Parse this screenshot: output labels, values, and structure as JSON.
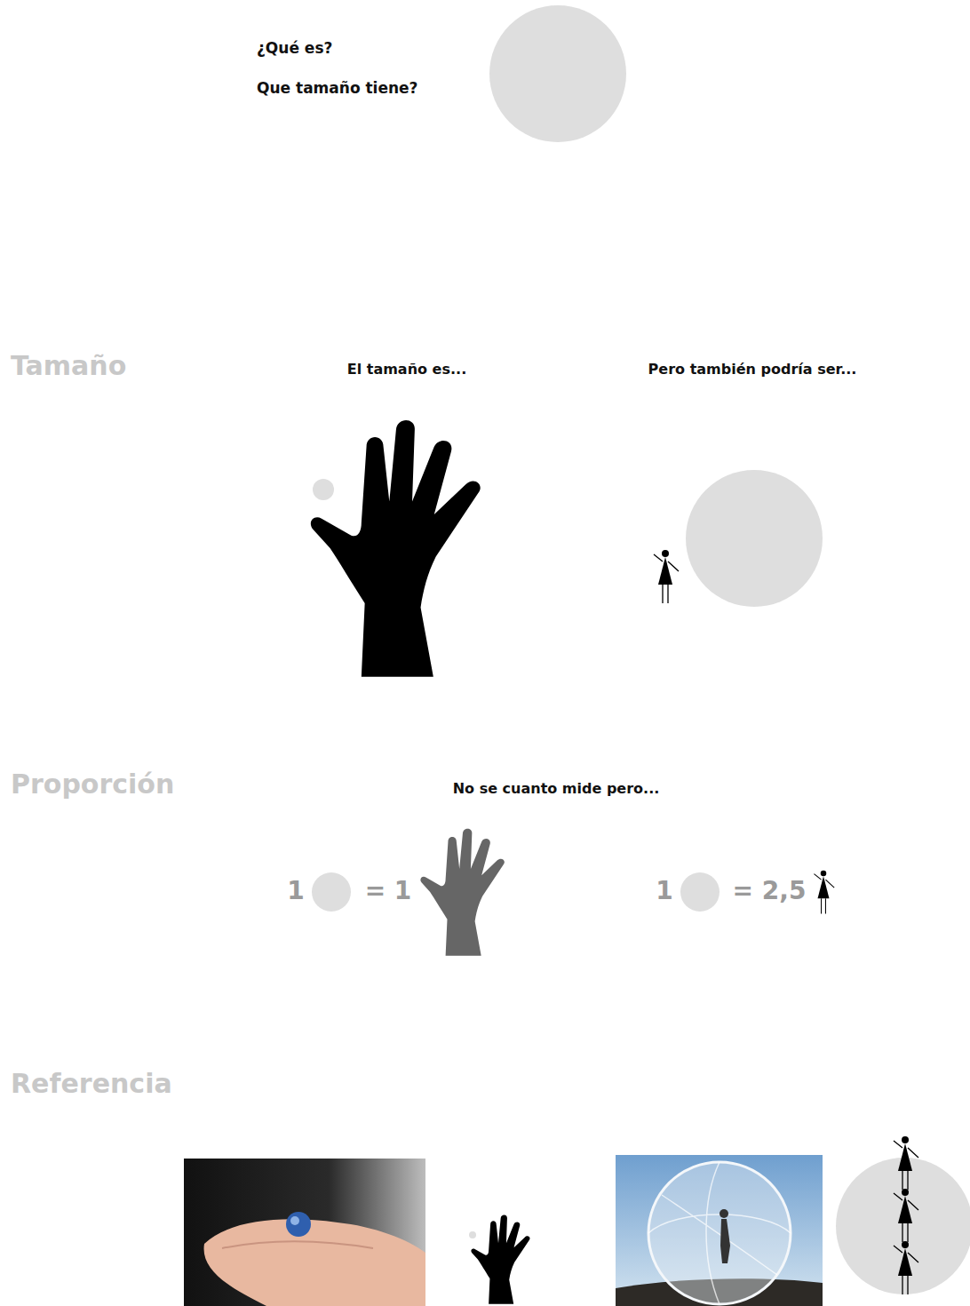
{
  "diagram": {
    "labels": [
      "¿Qué es?",
      "Que tamaño tiene?",
      "Tamaño",
      "El tamaño es...",
      "Pero también podría ser...",
      "Proporción",
      "No se cuanto mide pero...",
      "1",
      "= 1",
      "1",
      "= 2,5",
      "Referencia"
    ]
  }
}
